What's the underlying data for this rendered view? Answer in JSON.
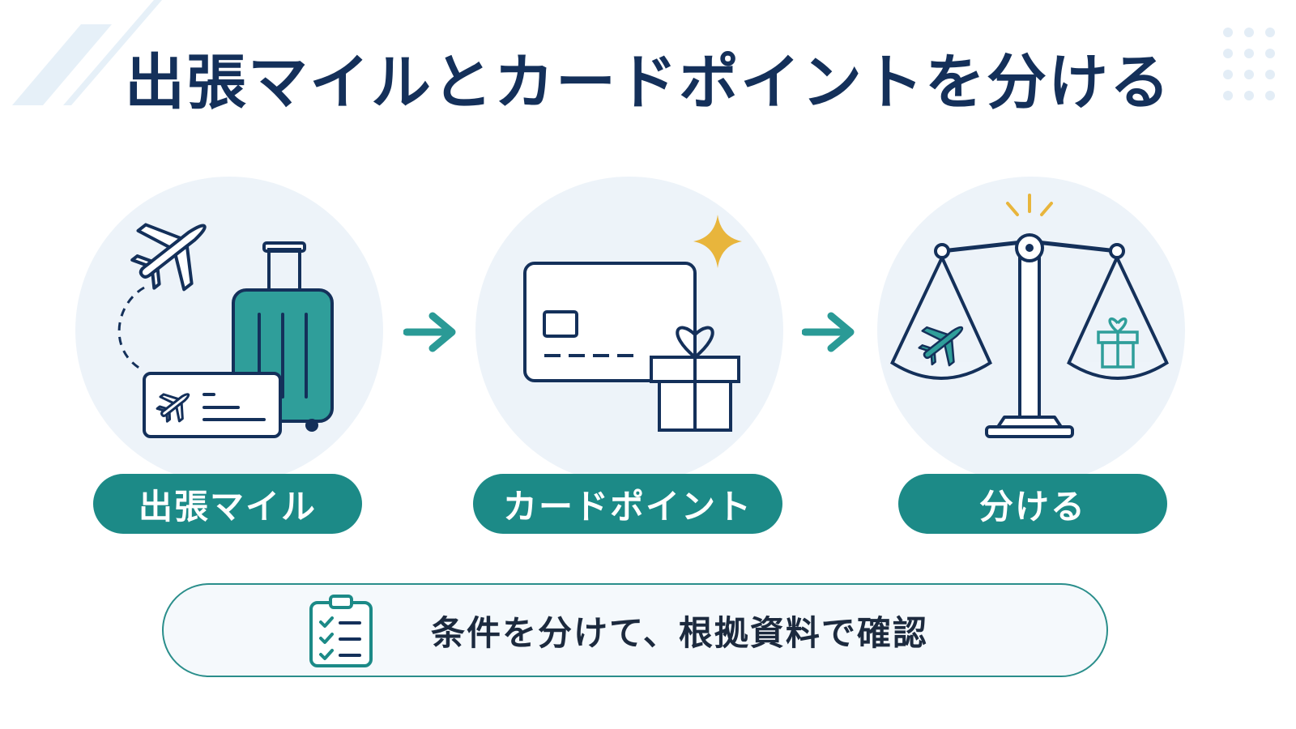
{
  "title": "出張マイルとカードポイントを分ける",
  "steps": [
    {
      "label": "出張マイル",
      "icon": "airplane-luggage-ticket-icon"
    },
    {
      "label": "カードポイント",
      "icon": "credit-card-gift-icon"
    },
    {
      "label": "分ける",
      "icon": "balance-scale-icon"
    }
  ],
  "note": {
    "text": "条件を分けて、根拠資料で確認",
    "icon": "clipboard-checklist-icon"
  },
  "colors": {
    "navy": "#14305a",
    "teal": "#1c8a87",
    "circle": "#edf3f9",
    "gold": "#e8b53c"
  }
}
